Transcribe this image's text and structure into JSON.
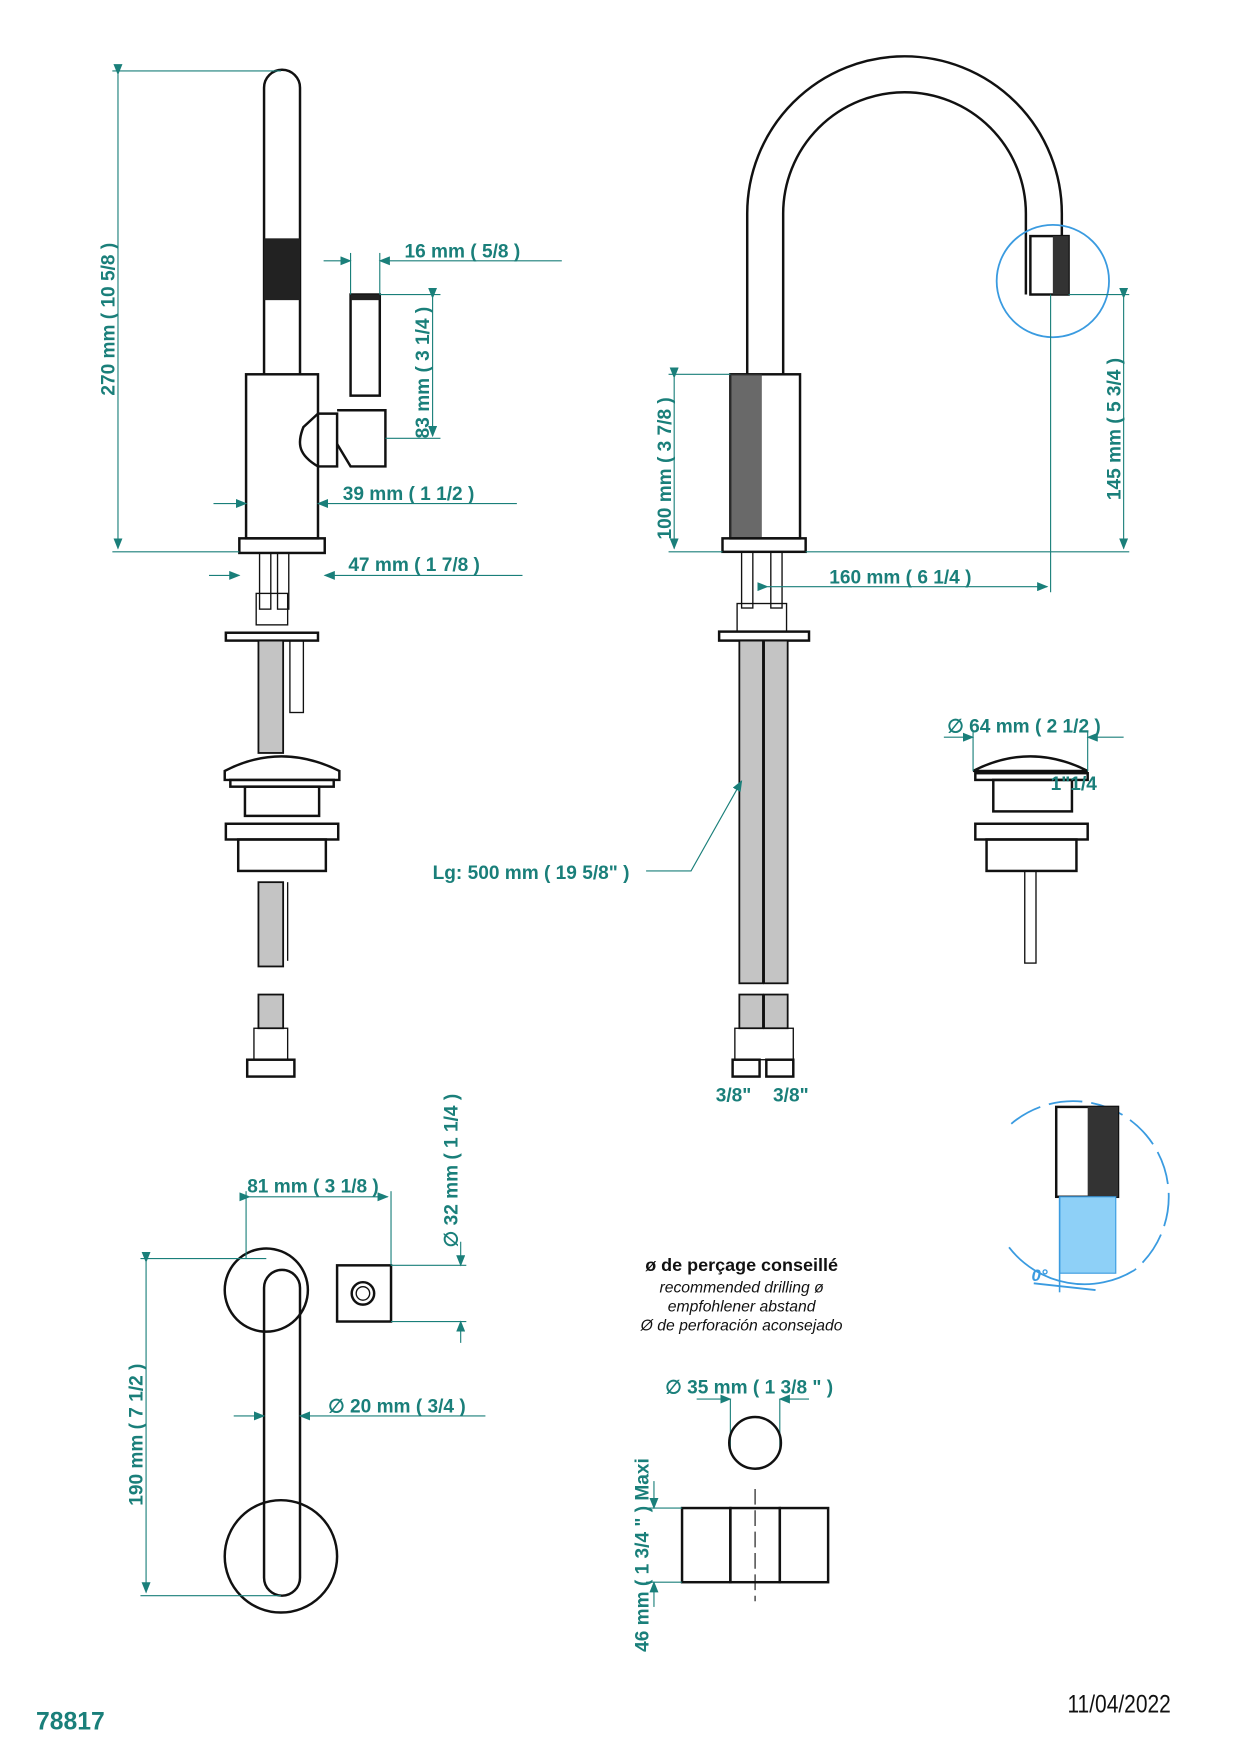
{
  "colors": {
    "dimension": "#1a7f7a",
    "detail": "#3a9be0",
    "line": "#111111"
  },
  "side_view": {
    "height": "270 mm ( 10 5/8 )",
    "handle_diameter": "16 mm ( 5/8 )",
    "handle_height": "83 mm ( 3 1/4 )",
    "body_diameter": "39 mm ( 1 1/2 )",
    "base_diameter": "47 mm ( 1 7/8 )"
  },
  "front_view": {
    "body_height": "100 mm ( 3 7/8 )",
    "spout_height": "145 mm ( 5 3/4 )",
    "reach": "160 mm ( 6 1/4 )",
    "hose_length": "Lg: 500 mm ( 19 5/8\" )",
    "connector_left": "3/8\"",
    "connector_right": "3/8\""
  },
  "waste": {
    "diameter": "64 mm ( 2 1/2 )",
    "thread": "1\"1/4"
  },
  "top_view": {
    "handle_length": "81 mm ( 3 1/8 )",
    "handle_width": "32 mm ( 1 1/4 )",
    "spout_diameter": "20 mm ( 3/4 )",
    "length": "190 mm ( 7 1/2 )"
  },
  "detail": {
    "angle": "0°"
  },
  "drilling": {
    "title": "ø de perçage conseillé",
    "lines": [
      "recommended drilling ø",
      "empfohlener abstand",
      "Ø de perforación aconsejado"
    ],
    "hole_diameter": "35 mm ( 1 3/8 \" )",
    "max_thickness": "46 mm ( 1 3/4 \" )  Maxi"
  },
  "footer": {
    "reference": "78817",
    "date": "11/04/2022"
  }
}
